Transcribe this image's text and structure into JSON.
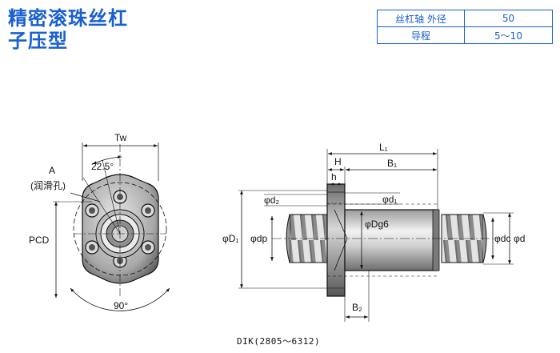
{
  "title": {
    "line1": "精密滚珠丝杠",
    "line2": "子压型"
  },
  "spec_table": {
    "rows": [
      {
        "label": "丝杠轴 外径",
        "value": "50"
      },
      {
        "label": "导程",
        "value": "5～10"
      }
    ]
  },
  "drawing": {
    "labels": {
      "tw": "Tw",
      "angle_top": "22.5°",
      "point_a": "A",
      "lubrication": "(润滑孔)",
      "pcd": "PCD",
      "angle_bottom": "90°",
      "h_cap": "H",
      "l1": "L₁",
      "b1": "B₁",
      "h_small": "h",
      "d2": "φd₂",
      "d1": "φd₁",
      "dg6": "φDg6",
      "D1": "φD₁",
      "dp": "φdp",
      "dc": "φdc",
      "d": "φd",
      "b2": "B₂"
    }
  },
  "caption": "DIK(2805～6312)",
  "colors": {
    "accent": "#1a5fd0",
    "line": "#111111"
  }
}
